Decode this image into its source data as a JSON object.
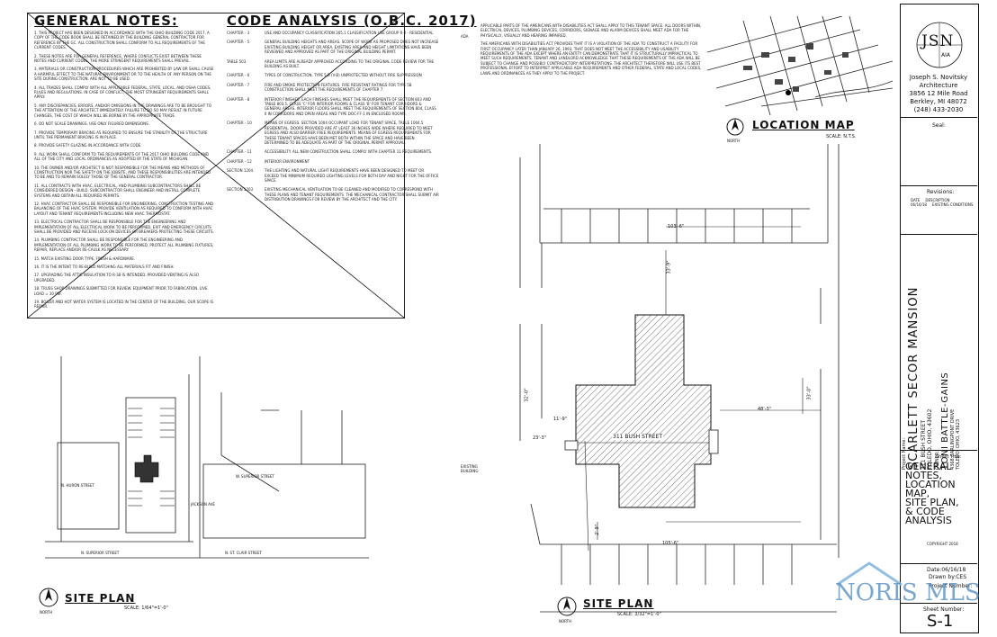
{
  "general_notes": {
    "title": "GENERAL NOTES:",
    "items": [
      "1. THIS PROJECT HAS BEEN DESIGNED IN ACCORDANCE WITH THE OHIO BUILDING CODE 2017, A COPY OF THE CODE BOOK SHALL BE RETAINED BY THE BUILDING GENERAL CONTRACTOR FOR REFERENCE BY THE GC. ALL CONSTRUCTION SHALL CONFORM TO ALL REQUIREMENTS OF THE CURRENT CODES.",
      "2. THESE NOTES ARE FOR GENERAL REFERENCE, WHERE CONFLICTS EXIST BETWEEN THESE NOTES AND CURRENT CODES, THE MORE STRINGENT REQUIREMENTS SHALL PREVAIL.",
      "3. MATERIALS OR CONSTRUCTION PROCEDURES WHICH ARE PROHIBITED BY LAW OR SHALL CAUSE A HARMFUL EFFECT TO THE NATURAL ENVIRONMENT OR TO THE HEALTH OF ANY PERSON ON THE SITE DURING CONSTRUCTION, ARE NOT TO BE USED.",
      "4. ALL TRADES SHALL COMPLY WITH ALL APPLICABLE FEDERAL, STATE, LOCAL, AND OSHA CODES, RULES AND REGULATIONS. IN CASE OF CONFLICT, THE MOST STRINGENT REQUIREMENTS SHALL APPLY.",
      "5. ANY DISCREPANCIES, ERRORS, AND/OR OMISSIONS IN THE DRAWINGS ARE TO BE BROUGHT TO THE ATTENTION OF THE ARCHITECT IMMEDIATELY. FAILURE TO DO SO MAY RESULT IN FUTURE CHANGES, THE COST OF WHICH WILL BE BORNE BY THE APPROPRIATE TRADE.",
      "6. DO NOT SCALE DRAWINGS. USE ONLY FIGURED DIMENSIONS.",
      "7. PROVIDE TEMPORARY BRACING AS REQUIRED TO ENSURE THE STABILITY OF THE STRUCTURE UNTIL THE PERMANENT BRACING IS IN PLACE.",
      "8. PROVIDE SAFETY GLAZING IN ACCORDANCE WITH CODE.",
      "9. ALL WORK SHALL CONFORM TO THE REQUIREMENTS OF THE 2017 OHIO BUILDING CODE AND ALL OF THE CITY AND LOCAL ORDINANCES AS ADOPTED BY THE STATE OF MICHIGAN.",
      "10. THE OWNER AND/OR ARCHITECT IS NOT RESPONSIBLE FOR THE MEANS AND METHODS OF CONSTRUCTION NOR THE SAFETY ON THE JOBSITE, AND THESE RESPONSIBILITIES ARE INTENDED TO BE AND TO REMAIN SOLELY THOSE OF THE GENERAL CONTRACTOR.",
      "11. ALL CONTRACTS WITH HVAC, ELECTRICAL, AND PLUMBING SUBCONTRACTORS SHALL BE CONSIDERED DESIGN - BUILD. SUBCONTRACTOR SHALL ENGINEER AND INSTALL COMPLETE SYSTEMS AND OBTAIN ALL REQUIRED PERMITS.",
      "12. HVAC CONTRACTOR SHALL BE RESPONSIBLE FOR ENGINEERING, CONSTRUCTION TESTING AND BALANCING OF THE HVAC SYSTEM. PROVIDE VENTILATION AS REQUIRED TO CONFORM WITH HVAC LAYOUT AND TENANT REQUIREMENTS INCLUDING NEW HVAC THERMOSTAT.",
      "13. ELECTRICAL CONTRACTOR SHALL BE RESPONSIBLE FOR THE ENGINEERING AND IMPLEMENTATION OF ALL ELECTRICAL WORK TO BE PERFORMED. EXIT AND EMERGENCY CIRCUITS SHALL BE PROVIDED AND RECEIVE LOCK-ON DEVICES OR BREAKERS PROTECTING THESE CIRCUITS.",
      "14. PLUMBING CONTRACTOR SHALL BE RESPONSIBLE FOR THE ENGINEERING AND IMPLEMENTATION OF ALL PLUMBING WORK TO BE PERFORMED. PROTECT ALL PLUMBING FIXTURES, REPAIR, REPLACE AND/OR RE-CAULK AS NECESSARY.",
      "15. MATCH EXISTING DOOR TYPE, FINISH & HARDWARE.",
      "16. IT IS THE INTENT TO RE-BUILD MATCHING ALL MATERIALS FIT AND FINISH.",
      "17. UPGRADING THE ATTIC INSULATION TO R-38 IS INTENDED. PROVIDED VENTING IS ALSO UPGRADED.",
      "18. TRUSS SHOP DRAWINGS SUBMITTED FOR REVIEW. EQUIPMENT PRIOR TO FABRICATION. LIVE LOAD = 30 PSF.",
      "19. BOILER AND HOT WATER SYSTEM IS LOCATED IN THE CENTER OF THE BUILDING, OUR SCOPE IS REPAIR."
    ]
  },
  "code_analysis": {
    "title": "CODE ANALYSIS (O.B.C. 2017)",
    "rows": [
      {
        "ref": "CHAPTER - 3",
        "text": "USE AND OCCUPANCY CLASSIFICATION 305.1 CLASSIFICATION USE GROUP R-2 - RESIDENTIAL"
      },
      {
        "ref": "CHAPTER - 5",
        "text": "GENERAL BUILDING HEIGHTS AND AREAS. SCOPE OF WORK AS PROPOSED DOES NOT INCREASE EXISTING BUILDING HEIGHT OR AREA. EXISTING AREA AND HEIGHT LIMITATIONS HAVE BEEN REVIEWED AND APPROVED AS PART OF THE ORIGINAL BUILDING PERMIT."
      },
      {
        "ref": "TABLE 503",
        "text": "AREA LIMITS ARE ALREADY APPROVED ACCORDING TO THE ORIGINAL CODE REVIEW FOR THE BUILDING AS BUILT."
      },
      {
        "ref": "CHAPTER - 6",
        "text": "TYPES OF CONSTRUCTION. TYPE 5-B (V-B) UNPROTECTED WITHOUT FIRE SUPPRESSION"
      },
      {
        "ref": "CHAPTER - 7",
        "text": "FIRE AND SMOKE PROTECTION FEATURES. FIRE RESISTANT RATINGS FOR TYPE 5B CONSTRUCTION SHALL MEET THE REQUIREMENTS OF CHAPTER 7."
      },
      {
        "ref": "CHAPTER - 8",
        "text": "INTERIOR FINISHES. EACH FINISHES SHALL MEET THE REQUIREMENTS OF SECTION 803 AND TABLE 803.5, CLASS 'C' FOR INTERIOR ROOMS & CLASS 'B' FOR TENANT CORRIDORS & GENERAL AREAS. INTERIOR FLOORS SHALL MEET THE REQUIREMENTS OF SECTION 804, CLASS II IN CORRIDORS AND OPEN AREAS AND TYPE DOC-FF-1 IN ENCLOSED ROOMS."
      },
      {
        "ref": "CHAPTER - 10",
        "text": "MEANS OF EGRESS. SECTION 1004 OCCUPANT LOAD FOR TENANT SPACE, TABLE 1004.5 RESIDENTIAL. DOORS PROVIDED ARE AT LEAST 36 INCHES WIDE WHERE REQUIRED TO MEET EGRESS AND ALSO BARRIER FREE REQUIREMENTS. MEANS OF EGRESS REQUIREMENTS FOR THESE TENANT SPACES HAVE BEEN MET BOTH WITHIN THE SPACE AND HAVE BEEN DETERMINED TO BE ADEQUATE AS PART OF THE ORIGINAL PERMIT APPROVAL."
      },
      {
        "ref": "CHAPTER - 11",
        "text": "ACCESSIBILITY. ALL NEW CONSTRUCTION SHALL COMPLY WITH CHAPTER 11 REQUIREMENTS."
      },
      {
        "ref": "CHAPTER - 12",
        "text": "INTERIOR ENVIRONMENT"
      },
      {
        "ref": "SECTION 1204",
        "text": "THE LIGHTING AND NATURAL LIGHT REQUIREMENTS HAVE BEEN DESIGNED TO MEET OR EXCEED THE MINIMUM REQUIRED LIGHTING LEVELS FOR BOTH DAY AND NIGHT FOR THE OFFICE SPACE."
      },
      {
        "ref": "SECTION 1203",
        "text": "EXISTING MECHANICAL VENTILATION TO BE CLEANED AND MODIFIED TO CORRESPOND WITH THESE PLANS AND TENANT REQUIREMENTS. THE MECHANICAL CONTRACTOR SHALL SUBMIT AIR DISTRIBUTION DRAWINGS FOR REVIEW BY THE ARCHITECT AND THE CITY."
      }
    ]
  },
  "ada": {
    "label": "ADA",
    "paragraphs": [
      "APPLICABLE PARTS OF THE AMERICANS WITH DISABILITIES ACT SHALL APPLY TO THIS TENANT SPACE. ALL DOORS WITHIN, ELECTRICAL DEVICES, PLUMBING DEVICES, CORRIDORS, SIGNAGE AND ALARM DEVICES SHALL MEET ADA FOR THE PHYSICALLY, VISUALLY AND HEARING IMPAIRED.",
      "THE AMERICANS WITH DISABILITIES ACT PROVIDES THAT IT IS A VIOLATION OF THE ADA TO CONSTRUCT A FACILITY FOR FIRST OCCUPANCY LATER THAN JANUARY 26, 1993, THAT DOES NOT MEET THE ACCESSIBILITY AND USABILITY REQUIREMENTS OF THE ADA EXCEPT WHERE AN ENTITY CAN DEMONSTRATE THAT IT IS STRUCTURALLY IMPRACTICAL TO MEET SUCH REQUIREMENTS. TENANT AND LANDLORD ACKNOWLEDGE THAT THESE REQUIREMENTS OF THE ADA WILL BE SUBJECT TO CHANGE AND POSSIBLY CONTRADICTORY INTERPRETATIONS. THE ARCHITECT THEREFORE WILL USE ITS BEST PROFESSIONAL EFFORT TO INTERPRET APPLICABLE ADA REQUIREMENTS AND OTHER FEDERAL, STATE AND LOCAL CODES, LAWS AND ORDINANCES AS THEY APPLY TO THE PROJECT."
    ]
  },
  "location_map": {
    "title": "LOCATION MAP",
    "scale": "SCALE: N.T.S.",
    "north": "NORTH"
  },
  "site_plan_left": {
    "title": "SITE PLAN",
    "scale": "SCALE: 1/64\"=1'-0\"",
    "north": "NORTH",
    "labels": [
      "N. SUPERIOR STREET",
      "W. SUPERIOR STREET",
      "N. HURON STREET",
      "N. ST. CLAIR STREET",
      "JACKSON AVE"
    ]
  },
  "site_plan_right": {
    "title": "SITE PLAN",
    "scale": "SCALE: 3/32\"=1'-0\"",
    "north": "NORTH",
    "building": "311 BUSH STREET",
    "existing": "EXISTING BUILDING",
    "dims": [
      "103'-6\"",
      "33'-9\"",
      "11'-9\"",
      "23'-3\"",
      "48'-3\"",
      "32'-0\"",
      "33'-0\"",
      "105'-6\"",
      "2'-9\""
    ]
  },
  "title_block": {
    "logo": "JSN",
    "logo_sub": "AIA",
    "firm": [
      "Joseph S. Novitsky",
      "Architecture",
      "3856 12 Mile Road",
      "Berkley, MI 48072",
      "(248) 433-2030"
    ],
    "seal": "Seal:",
    "revisions": "Revisions:",
    "rev_rows": [
      [
        "DATE",
        "DESCRIPTION"
      ],
      [
        "06/16/18",
        "EXISTING CONDITIONS"
      ]
    ],
    "project_name_label": "Project Name:",
    "project_name": "SCARLETT SECOR MANSION",
    "project_address": [
      "311 BUSH STREET",
      "TOLEDO, OHIO, 43602"
    ],
    "owner_label": "OWNER:",
    "owner": "TONI BATTLE-GAINS",
    "owner_address": [
      "4368 CARLINGPONT DRIVE",
      "TOLEDO, OHIO, 43623"
    ],
    "sheet_title_label": "Sheet Title:",
    "sheet_title": [
      "GENERAL",
      "NOTES,",
      "LOCATION",
      "MAP,",
      "SITE PLAN,",
      "& CODE",
      "ANALYSIS"
    ],
    "date": "Date:06/16/18",
    "drawn_by": "Drawn by:CES",
    "project_number": "Project Number:",
    "sheet_number_label": "Sheet Number:",
    "sheet_number": "S-1",
    "copyright": "COPYRIGHT 2018"
  },
  "watermark": {
    "text": "NORIS MLS"
  }
}
